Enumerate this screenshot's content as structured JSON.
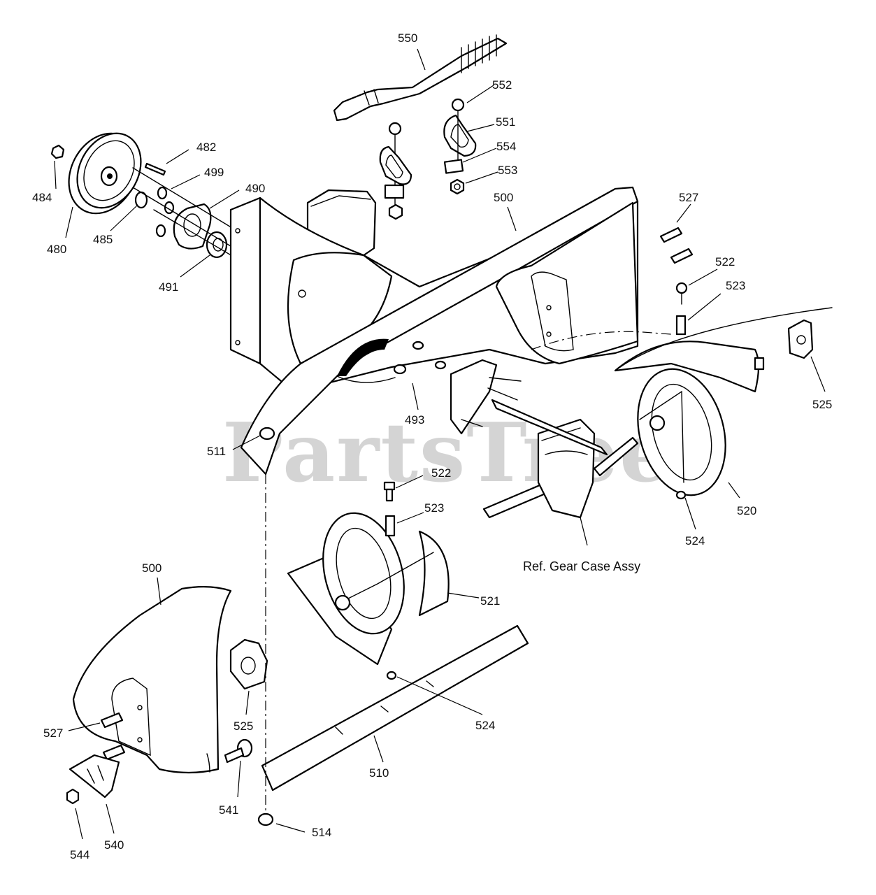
{
  "watermark": "PartsTree",
  "reference_label": "Ref. Gear Case Assy",
  "callouts": {
    "c550": "550",
    "c552": "552",
    "c551": "551",
    "c554": "554",
    "c553": "553",
    "c482": "482",
    "c499": "499",
    "c490": "490",
    "c484": "484",
    "c485": "485",
    "c480": "480",
    "c491": "491",
    "c500a": "500",
    "c527a": "527",
    "c522a": "522",
    "c523a": "523",
    "c525a": "525",
    "c493": "493",
    "c511": "511",
    "c522b": "522",
    "c523b": "523",
    "c520": "520",
    "c524a": "524",
    "c521": "521",
    "c500b": "500",
    "c525b": "525",
    "c524b": "524",
    "c527b": "527",
    "c510": "510",
    "c541": "541",
    "c514": "514",
    "c544": "544",
    "c540": "540"
  }
}
